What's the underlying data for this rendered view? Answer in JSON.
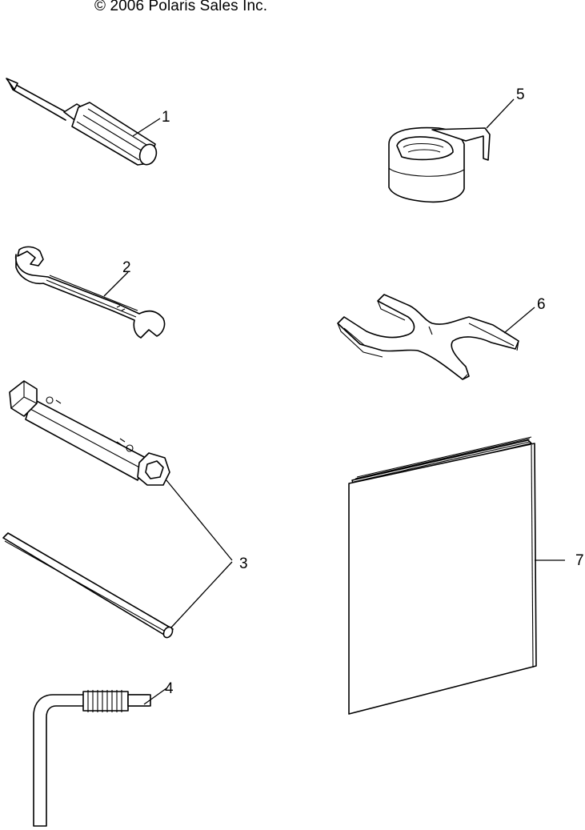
{
  "copyright": "© 2006 Polaris Sales Inc.",
  "callouts": [
    {
      "id": "1"
    },
    {
      "id": "2"
    },
    {
      "id": "3"
    },
    {
      "id": "4"
    },
    {
      "id": "5"
    },
    {
      "id": "6"
    },
    {
      "id": "7"
    }
  ]
}
